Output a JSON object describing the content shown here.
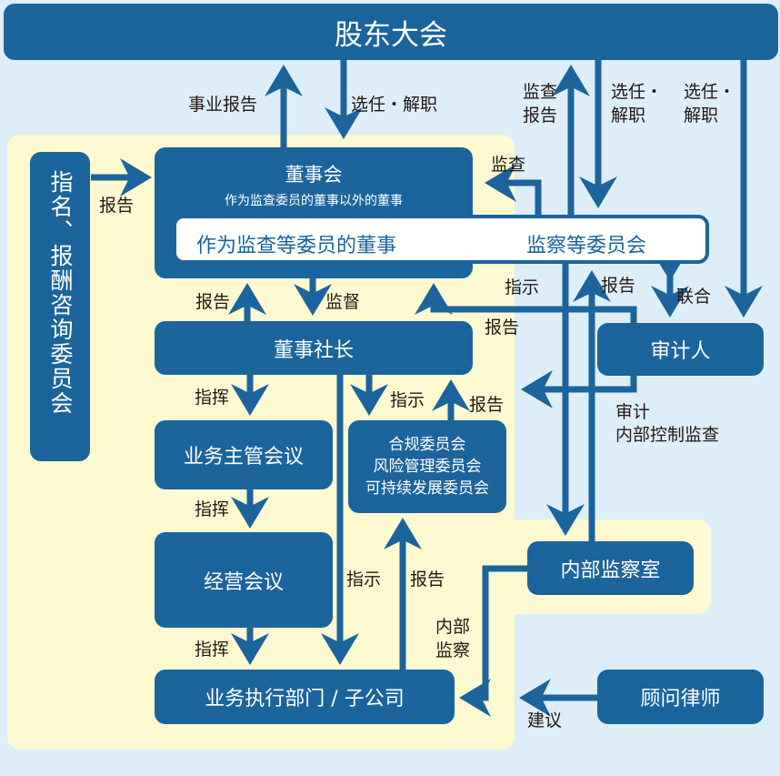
{
  "colors": {
    "background": "#ddeef9",
    "company_zone": "#fdf9d0",
    "box_fill": "#1c649c",
    "box_text": "#ffffff",
    "label_text": "#231815",
    "inner_bar_fill": "#ffffff",
    "inner_bar_text": "#1c649c"
  },
  "nodes": {
    "shareholders_meeting": "股东大会",
    "board": {
      "title": "董事会",
      "subtitle": "作为监查委员的董事以外的董事",
      "audit_directors": "作为监查等委员的董事",
      "audit_committee": "监察等委员会"
    },
    "nomination_committee": "指名、报酬咨询委员会",
    "president": "董事社长",
    "business_heads_meeting": "业务主管会议",
    "committees": [
      "合规委员会",
      "风险管理委员会",
      "可持续发展委员会"
    ],
    "management_meeting": "经营会议",
    "business_units": "业务执行部门 / 子公司",
    "auditor": "审计人",
    "internal_audit_office": "内部监察室",
    "legal_counsel": "顾问律师"
  },
  "edges": {
    "business_report": "事业报告",
    "appoint_dismiss": "选任・解职",
    "audit_report": [
      "监查",
      "报告"
    ],
    "appoint_dismiss_committee": [
      "选任・",
      "解职"
    ],
    "appoint_dismiss_auditor": [
      "选任・",
      "解职"
    ],
    "nomination_report": "报告",
    "audit_check": "监查",
    "instruct_1": "指示",
    "report_1": "报告",
    "coordinate": "联合",
    "report_to_board": "报告",
    "supervise": "监督",
    "report_2": "报告",
    "auditor_scope": [
      "审计",
      "内部控制监查"
    ],
    "command_1": "指挥",
    "instruct_2": "指示",
    "report_3": "报告",
    "command_2": "指挥",
    "instruct_3": "指示",
    "report_4": "报告",
    "command_3": "指挥",
    "internal_audit": [
      "内部",
      "监察"
    ],
    "advice": "建议"
  }
}
